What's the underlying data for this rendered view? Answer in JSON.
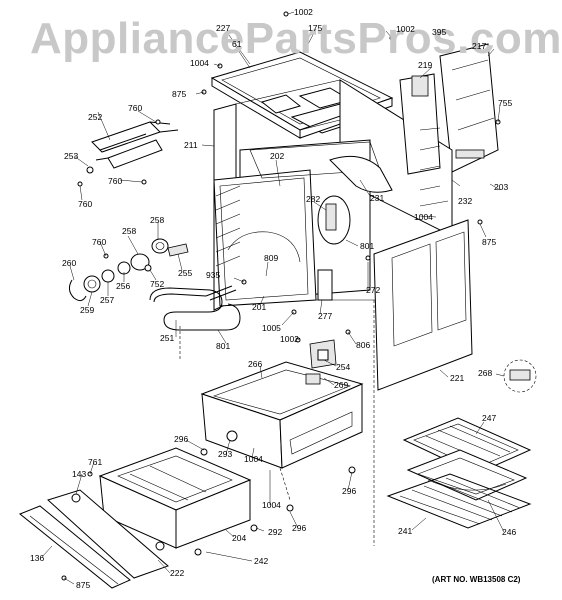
{
  "watermark": "AppliancePartsPros.com",
  "art_number": "(ART NO. WB13508 C2)",
  "callouts": {
    "c1002_top": "1002",
    "c227": "227",
    "c175": "175",
    "c1002_tr": "1002",
    "c395": "395",
    "c217": "217",
    "c1004_top": "1004",
    "c61": "61",
    "c219": "219",
    "c875_top": "875",
    "c755": "755",
    "c252": "252",
    "c760_a": "760",
    "c211": "211",
    "c253": "253",
    "c760_b": "760",
    "c202": "202",
    "c203": "203",
    "c760_c": "760",
    "c231": "231",
    "c232": "232",
    "c282": "282",
    "c1004_mid": "1004",
    "c258_a": "258",
    "c875_right": "875",
    "c760_d": "760",
    "c258_b": "258",
    "c801_a": "801",
    "c260": "260",
    "c256": "256",
    "c255": "255",
    "c809": "809",
    "c935": "935",
    "c752": "752",
    "c259": "259",
    "c257": "257",
    "c272": "272",
    "c201": "201",
    "c277": "277",
    "c251": "251",
    "c1005": "1005",
    "c801_b": "801",
    "c1002_mid": "1002",
    "c806": "806",
    "c254": "254",
    "c221": "221",
    "c266": "266",
    "c269": "269",
    "c268": "268",
    "c247": "247",
    "c296_a": "296",
    "c293": "293",
    "c1004_low": "1004",
    "c143": "143",
    "c761": "761",
    "c296_b": "296",
    "c1004_bot": "1004",
    "c296_c": "296",
    "c292": "292",
    "c204": "204",
    "c136": "136",
    "c242": "242",
    "c241": "241",
    "c246": "246",
    "c222": "222",
    "c875_bot": "875"
  }
}
